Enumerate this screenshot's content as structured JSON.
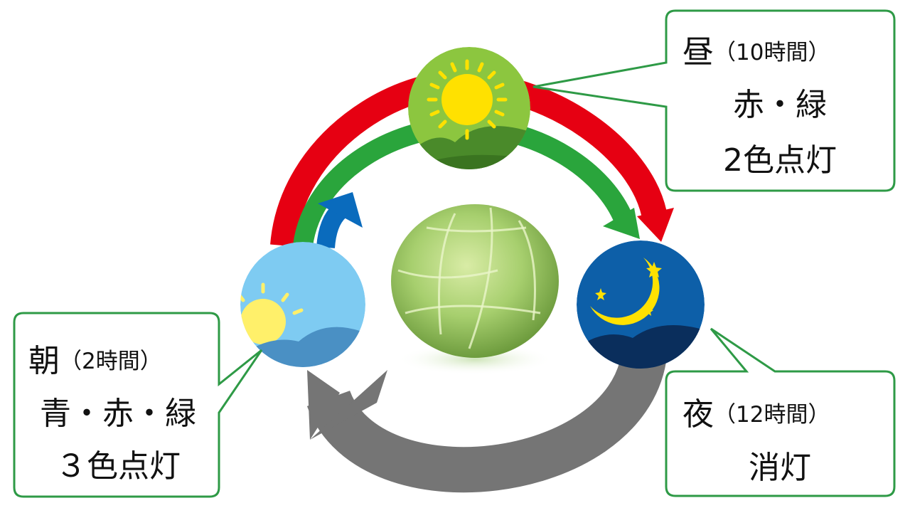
{
  "phases": {
    "day": {
      "name": "昼",
      "duration": "（10時間）",
      "line1": "赤・緑",
      "line2": "2色点灯"
    },
    "morning": {
      "name": "朝",
      "duration": "（2時間）",
      "line1": "青・赤・緑",
      "line2": "３色点灯"
    },
    "night": {
      "name": "夜",
      "duration": "（12時間）",
      "line1": "消灯"
    }
  },
  "colors": {
    "callout_border": "#2e9a46",
    "arrow_red": "#e60012",
    "arrow_green": "#2aa53c",
    "arrow_blue": "#0a6bbd",
    "arrow_gray": "#757575",
    "day_sky": "#8cc63f",
    "morning_sky": "#7ecbf2",
    "night_sky": "#0d5fa8",
    "sun": "#ffe100"
  },
  "icons": [
    "sun-icon",
    "sunrise-icon",
    "moon-icon",
    "star-icon",
    "cabbage-icon"
  ]
}
